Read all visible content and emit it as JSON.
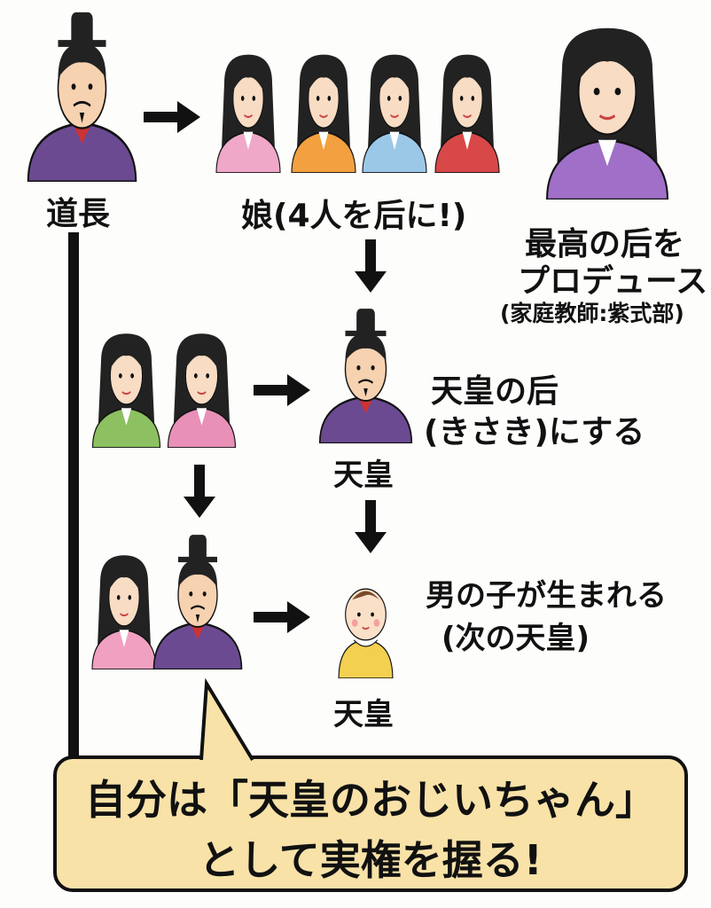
{
  "michinaga": {
    "label": "道長"
  },
  "daughters": {
    "label": "娘(4人を后に!)"
  },
  "murasaki": {
    "line1": "最高の后を",
    "line2": "プロデュース",
    "line3": "(家庭教師:紫式部)"
  },
  "emperor1": {
    "label": "天皇",
    "caption_line1": "天皇の后",
    "caption_line2": "(きさき)にする"
  },
  "emperor2": {
    "label": "天皇",
    "caption_line1": "男の子が生まれる",
    "caption_line2": "(次の天皇)"
  },
  "callout": {
    "line1": "自分は「天皇のおじいちゃん」",
    "line2": "として実権を握る!"
  },
  "colors": {
    "callout_bg": "#f8e2a8",
    "robe_purple": "#6b4a92",
    "outline": "#111111"
  }
}
